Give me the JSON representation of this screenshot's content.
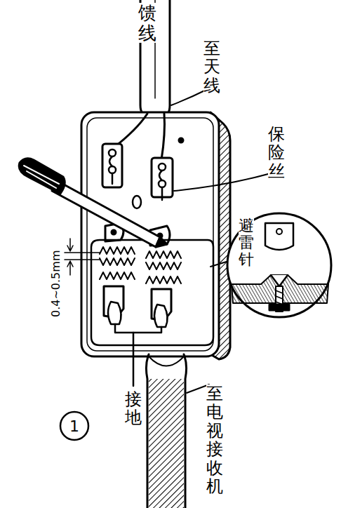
{
  "diagram": {
    "labels": [
      "馈线",
      "至天线",
      "保险丝",
      "避雷针",
      "0.4~0.5mm",
      "接地",
      "至电视接收机",
      "1"
    ]
  }
}
